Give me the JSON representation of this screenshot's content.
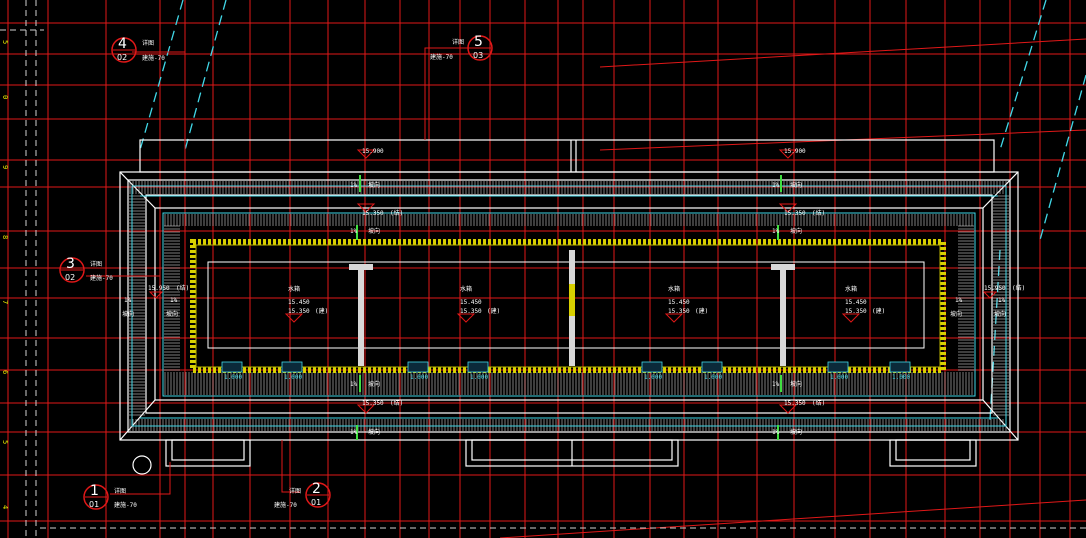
{
  "colors": {
    "background": "#000000",
    "grid_red": "#e01818",
    "outline_white": "#ffffff",
    "cyan": "#41d8e8",
    "wall_yellow": "#d8d000",
    "green": "#40e040"
  },
  "section_markers": [
    {
      "number": "4",
      "sheet": "02",
      "ref": "建施-70"
    },
    {
      "number": "5",
      "sheet": "03",
      "ref": "建施-70"
    },
    {
      "number": "3",
      "sheet": "02",
      "ref": "建施-70"
    },
    {
      "number": "1",
      "sheet": "01",
      "ref": "建施-70"
    },
    {
      "number": "2",
      "sheet": "01",
      "ref": "建施-70"
    }
  ],
  "marker_tag": "详图",
  "elevations": {
    "top_left": "15.900",
    "top_right": "15.900",
    "room_upper": "15.450",
    "room_lower": "15.350",
    "room_suffix": "(建)",
    "gutter_left": "15.350",
    "gutter_right": "15.350",
    "gutter_suffix": "(结)",
    "parapet_left": "15.950",
    "parapet_right": "15.950",
    "bottom_left": "15.350",
    "bottom_right": "15.350"
  },
  "slope_labels": {
    "pct": "1%",
    "text": "坡向"
  },
  "rooms": [
    {
      "name": "水箱"
    },
    {
      "name": "水箱"
    },
    {
      "name": "水箱"
    },
    {
      "name": "水箱"
    }
  ],
  "drain_tag": "1.000",
  "left_axis_ticks": [
    "5",
    "0",
    "9",
    "8",
    "7",
    "6",
    "5",
    "4"
  ]
}
